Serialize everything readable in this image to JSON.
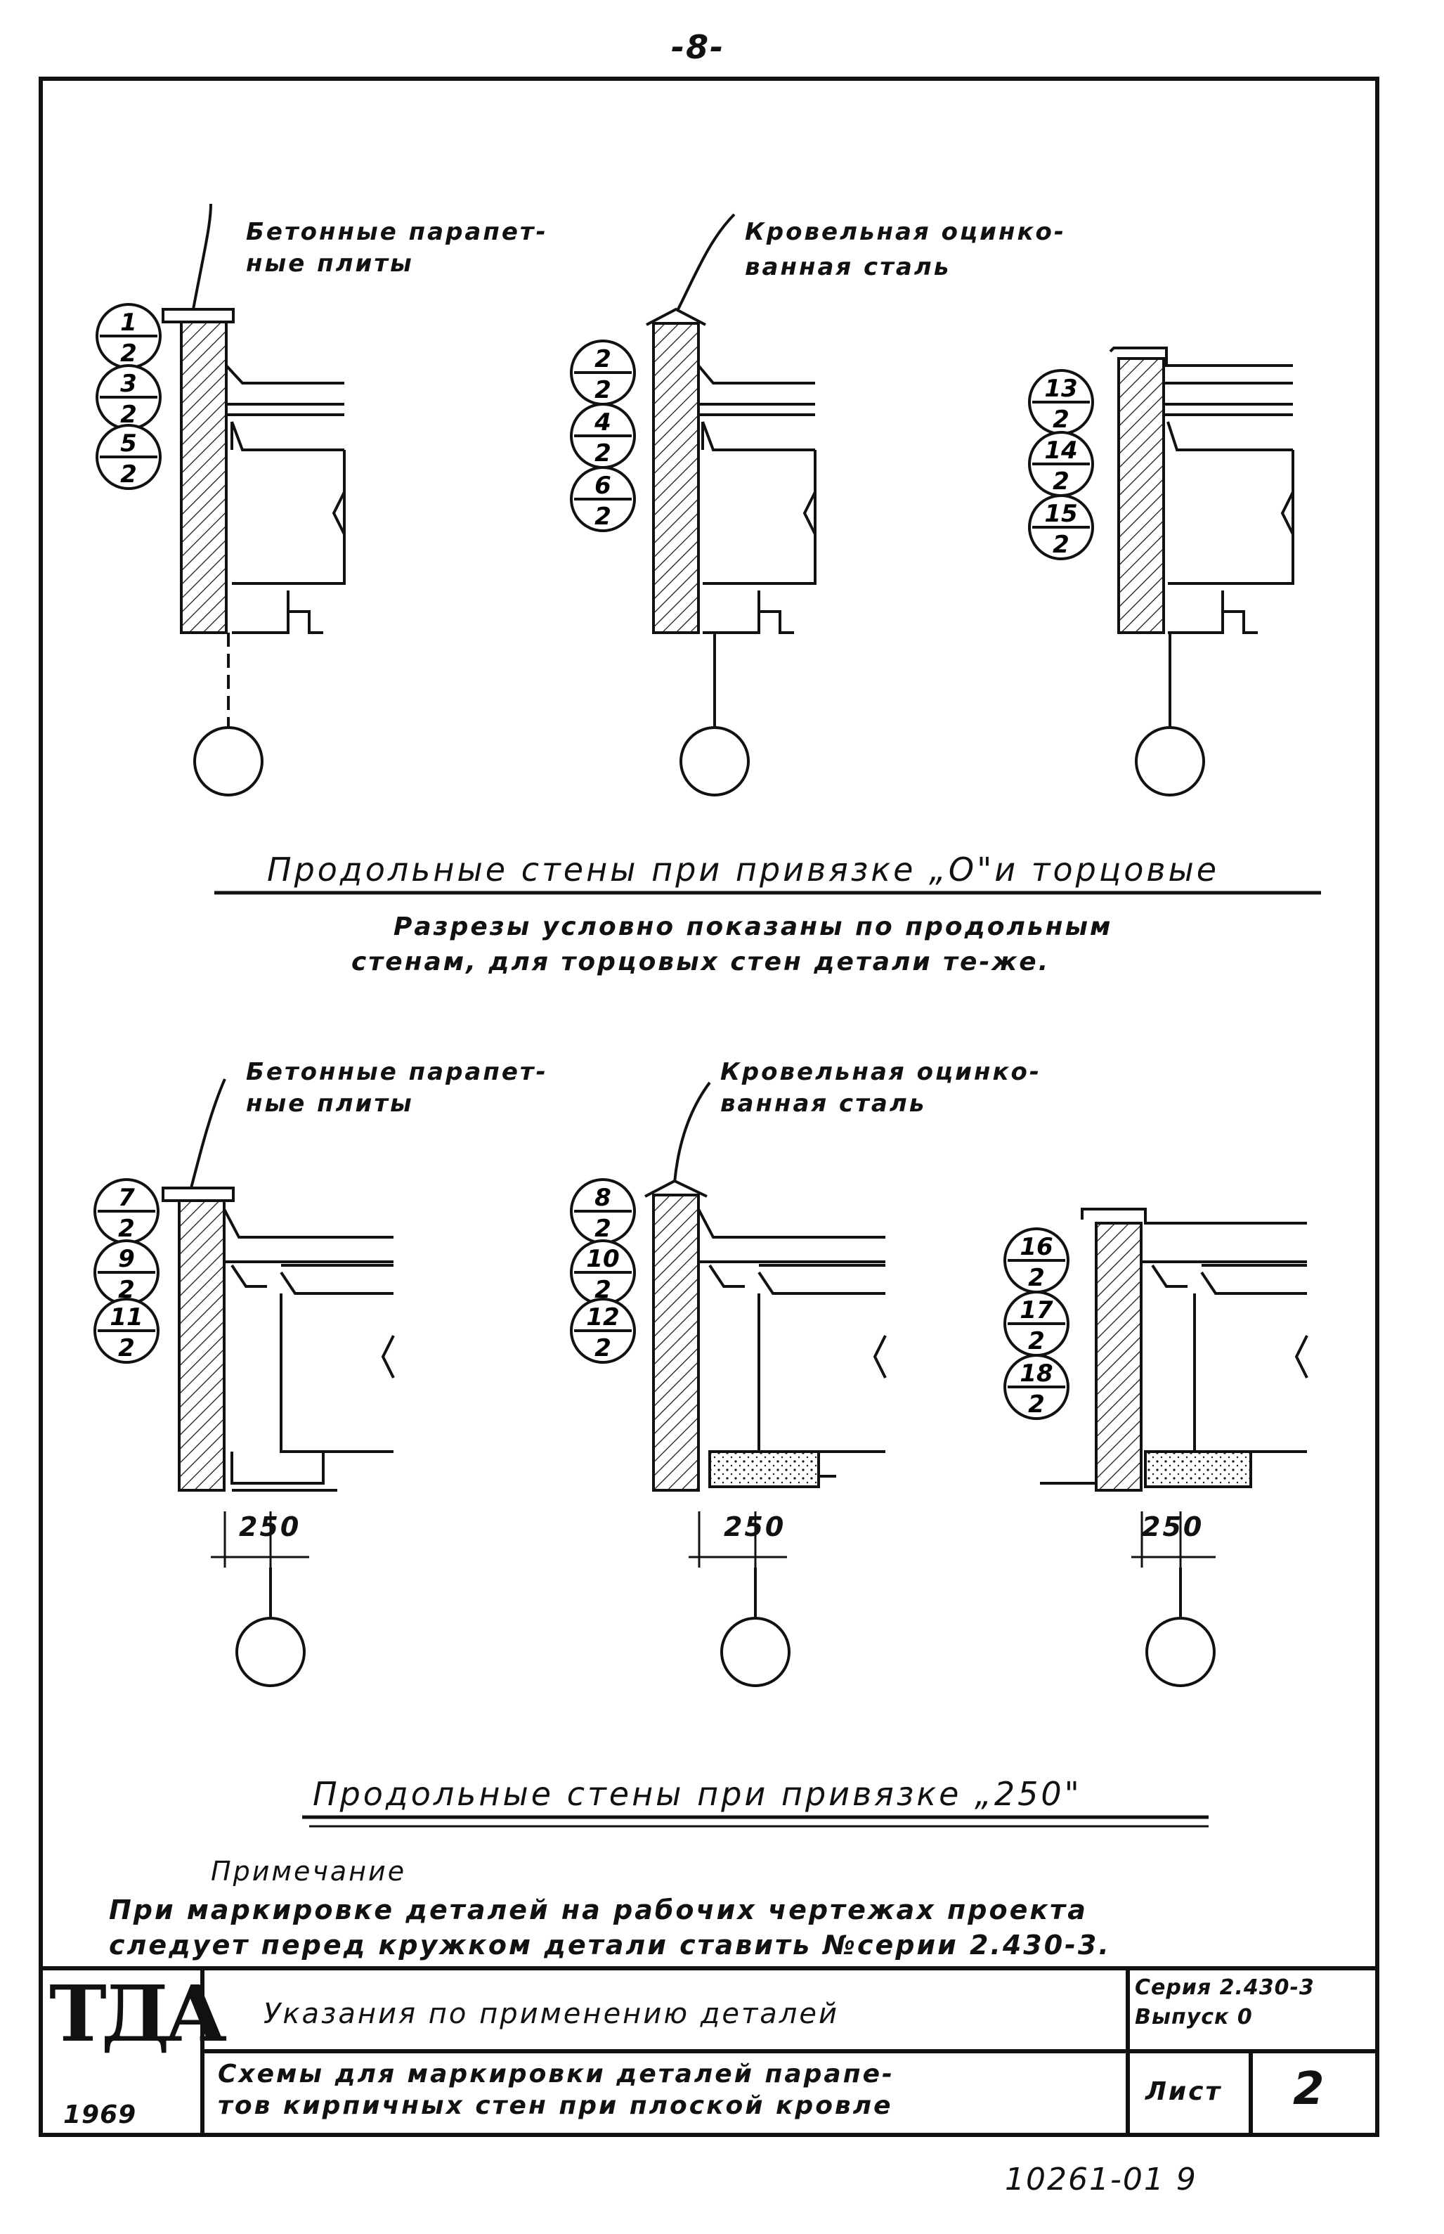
{
  "page_number": "-8-",
  "top_section": {
    "callout_left": [
      "Бетонные парапет-",
      "ные плиты"
    ],
    "callout_right": [
      "Кровельная оцинко-",
      "ванная сталь"
    ],
    "marks_group1": [
      {
        "num": "1",
        "den": "2"
      },
      {
        "num": "3",
        "den": "2"
      },
      {
        "num": "5",
        "den": "2"
      }
    ],
    "marks_group2": [
      {
        "num": "2",
        "den": "2"
      },
      {
        "num": "4",
        "den": "2"
      },
      {
        "num": "6",
        "den": "2"
      }
    ],
    "marks_group3": [
      {
        "num": "13",
        "den": "2"
      },
      {
        "num": "14",
        "den": "2"
      },
      {
        "num": "15",
        "den": "2"
      }
    ],
    "heading": "Продольные стены при привязке „О\"и торцовые",
    "note_lines": [
      "Разрезы условно показаны по продольным",
      "стенам, для торцовых стен детали те-же."
    ]
  },
  "bottom_section": {
    "callout_left": [
      "Бетонные парапет-",
      "ные плиты"
    ],
    "callout_right": [
      "Кровельная оцинко-",
      "ванная сталь"
    ],
    "marks_group1": [
      {
        "num": "7",
        "den": "2"
      },
      {
        "num": "9",
        "den": "2"
      },
      {
        "num": "11",
        "den": "2"
      }
    ],
    "marks_group2": [
      {
        "num": "8",
        "den": "2"
      },
      {
        "num": "10",
        "den": "2"
      },
      {
        "num": "12",
        "den": "2"
      }
    ],
    "marks_group3": [
      {
        "num": "16",
        "den": "2"
      },
      {
        "num": "17",
        "den": "2"
      },
      {
        "num": "18",
        "den": "2"
      }
    ],
    "dimension": "250",
    "heading": "Продольные стены при привязке „250\""
  },
  "note": {
    "title": "Примечание",
    "lines": [
      "При маркировке деталей на рабочих чертежах проекта",
      "следует перед кружком детали ставить №серии 2.430-3."
    ]
  },
  "title_block": {
    "logo": "ТДА",
    "year": "1969",
    "main_title": "Указания по применению деталей",
    "subtitle_lines": [
      "Схемы для маркировки деталей парапе-",
      "тов кирпичных стен при плоской кровле"
    ],
    "series": "Серия 2.430-3",
    "issue": "Выпуск 0",
    "sheet_label": "Лист",
    "sheet_number": "2"
  },
  "archive_number": "10261-01 9"
}
